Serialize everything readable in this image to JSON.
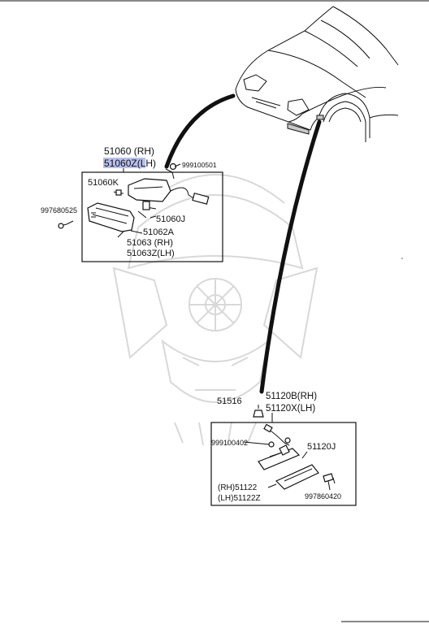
{
  "front_lamp": {
    "label_rh": "51060 (RH)",
    "label_lh": "51060Z(LH)",
    "bolt_top": "999100501",
    "socket": "51060K",
    "screw_left": "997680525",
    "bulb": "51060J",
    "gasket": "51062A",
    "lens_rh": "51063 (RH)",
    "lens_lh": "51063Z(LH)"
  },
  "side_lamp": {
    "bulb_top": "51516",
    "label_rh": "51120B(RH)",
    "label_lh": "51120X(LH)",
    "nut": "999100402",
    "bulb": "51120J",
    "lens_rh": "(RH)51122",
    "lens_lh": "(LH)51122Z",
    "screw": "997860420"
  }
}
